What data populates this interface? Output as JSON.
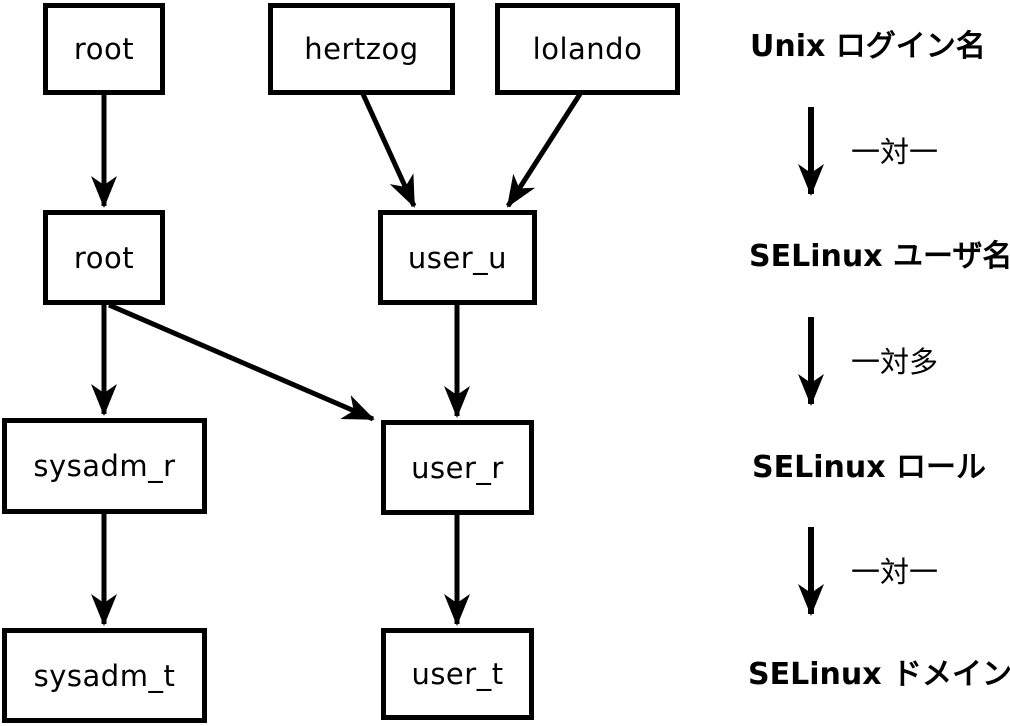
{
  "diagram": {
    "nodes": {
      "login_root": "root",
      "login_hertzog": "hertzog",
      "login_lolando": "lolando",
      "user_root": "root",
      "user_user_u": "user_u",
      "role_sysadm_r": "sysadm_r",
      "role_user_r": "user_r",
      "domain_sysadm_t": "sysadm_t",
      "domain_user_t": "user_t"
    },
    "edges": [
      {
        "from": "unix-login:root",
        "to": "selinux-user:root"
      },
      {
        "from": "unix-login:hertzog",
        "to": "selinux-user:user_u"
      },
      {
        "from": "unix-login:lolando",
        "to": "selinux-user:user_u"
      },
      {
        "from": "selinux-user:root",
        "to": "selinux-role:sysadm_r"
      },
      {
        "from": "selinux-user:root",
        "to": "selinux-role:user_r"
      },
      {
        "from": "selinux-user:user_u",
        "to": "selinux-role:user_r"
      },
      {
        "from": "selinux-role:sysadm_r",
        "to": "selinux-domain:sysadm_t"
      },
      {
        "from": "selinux-role:user_r",
        "to": "selinux-domain:user_t"
      }
    ],
    "legend": {
      "levels": [
        "Unix ログイン名",
        "SELinux ユーザ名",
        "SELinux ロール",
        "SELinux ドメイン"
      ],
      "relations": [
        "一対一",
        "一対多",
        "一対一"
      ]
    },
    "colors": {
      "stroke": "#000000",
      "background": "#ffffff"
    }
  }
}
